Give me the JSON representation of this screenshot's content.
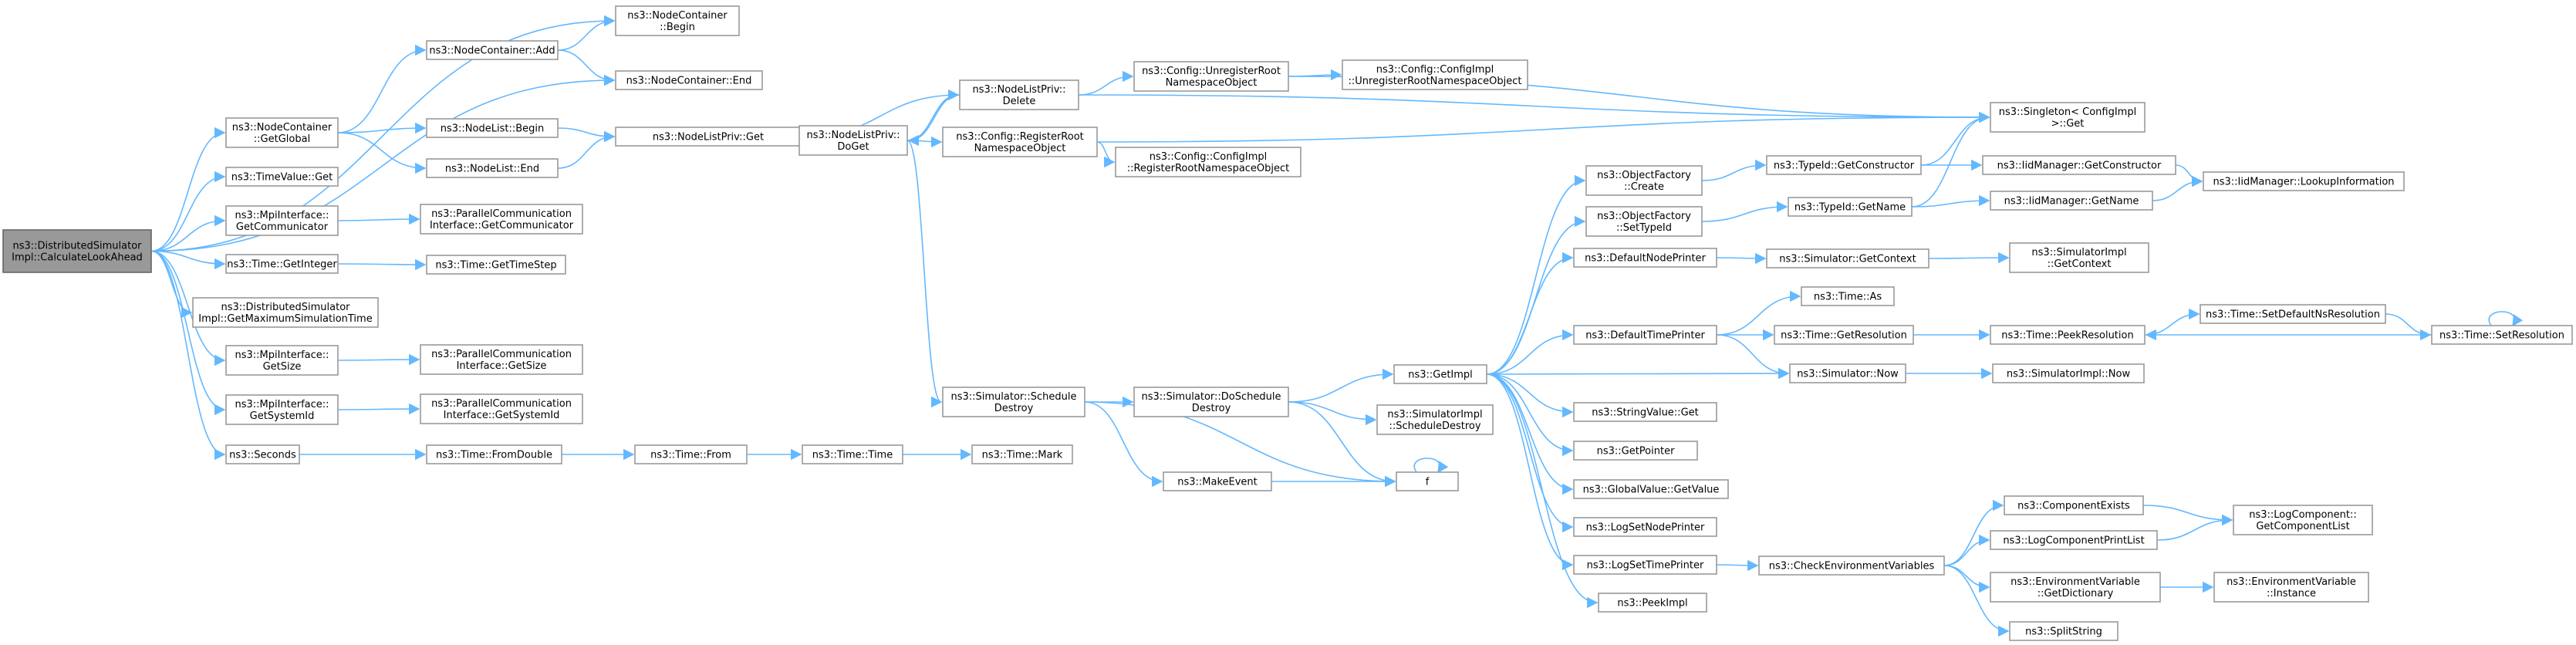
{
  "graph": {
    "nodes": [
      {
        "id": "n0",
        "lines": [
          "ns3::DistributedSimulator",
          "Impl::CalculateLookAhead"
        ],
        "root": true
      },
      {
        "id": "n1",
        "lines": [
          "ns3::NodeContainer",
          "::GetGlobal"
        ]
      },
      {
        "id": "n2",
        "lines": [
          "ns3::TimeValue::Get"
        ]
      },
      {
        "id": "n3",
        "lines": [
          "ns3::MpiInterface::",
          "GetCommunicator"
        ]
      },
      {
        "id": "n4",
        "lines": [
          "ns3::Time::GetInteger"
        ]
      },
      {
        "id": "n5",
        "lines": [
          "ns3::DistributedSimulator",
          "Impl::GetMaximumSimulationTime"
        ]
      },
      {
        "id": "n6",
        "lines": [
          "ns3::MpiInterface::",
          "GetSize"
        ]
      },
      {
        "id": "n7",
        "lines": [
          "ns3::MpiInterface::",
          "GetSystemId"
        ]
      },
      {
        "id": "n8",
        "lines": [
          "ns3::Seconds"
        ]
      },
      {
        "id": "n9",
        "lines": [
          "ns3::NodeContainer::Add"
        ]
      },
      {
        "id": "n10",
        "lines": [
          "ns3::NodeList::Begin"
        ]
      },
      {
        "id": "n11",
        "lines": [
          "ns3::NodeList::End"
        ]
      },
      {
        "id": "n12",
        "lines": [
          "ns3::ParallelCommunication",
          "Interface::GetCommunicator"
        ]
      },
      {
        "id": "n13",
        "lines": [
          "ns3::Time::GetTimeStep"
        ]
      },
      {
        "id": "n14",
        "lines": [
          "ns3::ParallelCommunication",
          "Interface::GetSize"
        ]
      },
      {
        "id": "n15",
        "lines": [
          "ns3::ParallelCommunication",
          "Interface::GetSystemId"
        ]
      },
      {
        "id": "n16",
        "lines": [
          "ns3::Time::FromDouble"
        ]
      },
      {
        "id": "n17",
        "lines": [
          "ns3::NodeContainer",
          "::Begin"
        ]
      },
      {
        "id": "n18",
        "lines": [
          "ns3::NodeContainer::End"
        ]
      },
      {
        "id": "n19",
        "lines": [
          "ns3::NodeListPriv::Get"
        ]
      },
      {
        "id": "n20",
        "lines": [
          "ns3::Time::From"
        ]
      },
      {
        "id": "n21",
        "lines": [
          "ns3::NodeListPriv::",
          "DoGet"
        ]
      },
      {
        "id": "n22",
        "lines": [
          "ns3::Time::Time"
        ]
      },
      {
        "id": "n23",
        "lines": [
          "ns3::NodeListPriv::",
          "Delete"
        ]
      },
      {
        "id": "n24",
        "lines": [
          "ns3::Config::RegisterRoot",
          "NamespaceObject"
        ]
      },
      {
        "id": "n25",
        "lines": [
          "ns3::Simulator::Schedule",
          "Destroy"
        ]
      },
      {
        "id": "n26",
        "lines": [
          "ns3::Time::Mark"
        ]
      },
      {
        "id": "n27",
        "lines": [
          "ns3::Config::UnregisterRoot",
          "NamespaceObject"
        ]
      },
      {
        "id": "n28",
        "lines": [
          "ns3::Config::ConfigImpl",
          "::RegisterRootNamespaceObject"
        ]
      },
      {
        "id": "n29",
        "lines": [
          "ns3::Simulator::DoSchedule",
          "Destroy"
        ]
      },
      {
        "id": "n30",
        "lines": [
          "ns3::MakeEvent"
        ]
      },
      {
        "id": "n31",
        "lines": [
          "ns3::Config::ConfigImpl",
          "::UnregisterRootNamespaceObject"
        ]
      },
      {
        "id": "n32",
        "lines": [
          "ns3::GetImpl"
        ]
      },
      {
        "id": "n33",
        "lines": [
          "ns3::SimulatorImpl",
          "::ScheduleDestroy"
        ]
      },
      {
        "id": "n34",
        "lines": [
          "f"
        ]
      },
      {
        "id": "n35",
        "lines": [
          "ns3::ObjectFactory",
          "::Create"
        ]
      },
      {
        "id": "n36",
        "lines": [
          "ns3::ObjectFactory",
          "::SetTypeId"
        ]
      },
      {
        "id": "n37",
        "lines": [
          "ns3::DefaultNodePrinter"
        ]
      },
      {
        "id": "n38",
        "lines": [
          "ns3::DefaultTimePrinter"
        ]
      },
      {
        "id": "n39",
        "lines": [
          "ns3::StringValue::Get"
        ]
      },
      {
        "id": "n40",
        "lines": [
          "ns3::GetPointer"
        ]
      },
      {
        "id": "n41",
        "lines": [
          "ns3::GlobalValue::GetValue"
        ]
      },
      {
        "id": "n42",
        "lines": [
          "ns3::LogSetNodePrinter"
        ]
      },
      {
        "id": "n43",
        "lines": [
          "ns3::LogSetTimePrinter"
        ]
      },
      {
        "id": "n44",
        "lines": [
          "ns3::PeekImpl"
        ]
      },
      {
        "id": "n45",
        "lines": [
          "ns3::TypeId::GetConstructor"
        ]
      },
      {
        "id": "n46",
        "lines": [
          "ns3::TypeId::GetName"
        ]
      },
      {
        "id": "n47",
        "lines": [
          "ns3::Simulator::GetContext"
        ]
      },
      {
        "id": "n48",
        "lines": [
          "ns3::Time::As"
        ]
      },
      {
        "id": "n49",
        "lines": [
          "ns3::Time::GetResolution"
        ]
      },
      {
        "id": "n50",
        "lines": [
          "ns3::Simulator::Now"
        ]
      },
      {
        "id": "n51",
        "lines": [
          "ns3::CheckEnvironmentVariables"
        ]
      },
      {
        "id": "n52",
        "lines": [
          "ns3::Singleton< ConfigImpl",
          " >::Get"
        ]
      },
      {
        "id": "n53",
        "lines": [
          "ns3::IidManager::GetConstructor"
        ]
      },
      {
        "id": "n54",
        "lines": [
          "ns3::IidManager::GetName"
        ]
      },
      {
        "id": "n55",
        "lines": [
          "ns3::SimulatorImpl",
          "::GetContext"
        ]
      },
      {
        "id": "n56",
        "lines": [
          "ns3::Time::PeekResolution"
        ]
      },
      {
        "id": "n57",
        "lines": [
          "ns3::SimulatorImpl::Now"
        ]
      },
      {
        "id": "n58",
        "lines": [
          "ns3::ComponentExists"
        ]
      },
      {
        "id": "n59",
        "lines": [
          "ns3::LogComponentPrintList"
        ]
      },
      {
        "id": "n60",
        "lines": [
          "ns3::EnvironmentVariable",
          "::GetDictionary"
        ]
      },
      {
        "id": "n61",
        "lines": [
          "ns3::SplitString"
        ]
      },
      {
        "id": "n62",
        "lines": [
          "ns3::IidManager::LookupInformation"
        ]
      },
      {
        "id": "n63",
        "lines": [
          "ns3::Time::SetDefaultNsResolution"
        ]
      },
      {
        "id": "n64",
        "lines": [
          "ns3::LogComponent::",
          "GetComponentList"
        ]
      },
      {
        "id": "n65",
        "lines": [
          "ns3::EnvironmentVariable",
          "::Instance"
        ]
      },
      {
        "id": "n66",
        "lines": [
          "ns3::Time::SetResolution"
        ]
      }
    ],
    "edges": [
      [
        "n0",
        "n1"
      ],
      [
        "n0",
        "n2"
      ],
      [
        "n0",
        "n3"
      ],
      [
        "n0",
        "n4"
      ],
      [
        "n0",
        "n5"
      ],
      [
        "n0",
        "n6"
      ],
      [
        "n0",
        "n7"
      ],
      [
        "n0",
        "n8"
      ],
      [
        "n0",
        "n17"
      ],
      [
        "n0",
        "n18"
      ],
      [
        "n1",
        "n9"
      ],
      [
        "n1",
        "n10"
      ],
      [
        "n1",
        "n11"
      ],
      [
        "n9",
        "n17"
      ],
      [
        "n9",
        "n18"
      ],
      [
        "n10",
        "n19"
      ],
      [
        "n11",
        "n19"
      ],
      [
        "n3",
        "n12"
      ],
      [
        "n4",
        "n13"
      ],
      [
        "n6",
        "n14"
      ],
      [
        "n7",
        "n15"
      ],
      [
        "n8",
        "n16"
      ],
      [
        "n16",
        "n20"
      ],
      [
        "n20",
        "n22"
      ],
      [
        "n22",
        "n26"
      ],
      [
        "n19",
        "n21"
      ],
      [
        "n21",
        "n23"
      ],
      [
        "n23",
        "n21"
      ],
      [
        "n23",
        "n19"
      ],
      [
        "n21",
        "n24"
      ],
      [
        "n21",
        "n25"
      ],
      [
        "n23",
        "n27"
      ],
      [
        "n23",
        "n52"
      ],
      [
        "n24",
        "n28"
      ],
      [
        "n24",
        "n52"
      ],
      [
        "n27",
        "n31"
      ],
      [
        "n27",
        "n52"
      ],
      [
        "n25",
        "n29"
      ],
      [
        "n25",
        "n30"
      ],
      [
        "n25",
        "n34"
      ],
      [
        "n29",
        "n32"
      ],
      [
        "n29",
        "n33"
      ],
      [
        "n29",
        "n34"
      ],
      [
        "n30",
        "n34"
      ],
      [
        "n34",
        "n34"
      ],
      [
        "n32",
        "n35"
      ],
      [
        "n32",
        "n36"
      ],
      [
        "n32",
        "n37"
      ],
      [
        "n32",
        "n38"
      ],
      [
        "n32",
        "n39"
      ],
      [
        "n32",
        "n40"
      ],
      [
        "n32",
        "n41"
      ],
      [
        "n32",
        "n42"
      ],
      [
        "n32",
        "n43"
      ],
      [
        "n32",
        "n44"
      ],
      [
        "n32",
        "n50"
      ],
      [
        "n35",
        "n45"
      ],
      [
        "n36",
        "n46"
      ],
      [
        "n37",
        "n47"
      ],
      [
        "n38",
        "n48"
      ],
      [
        "n38",
        "n49"
      ],
      [
        "n38",
        "n50"
      ],
      [
        "n43",
        "n51"
      ],
      [
        "n45",
        "n52"
      ],
      [
        "n45",
        "n53"
      ],
      [
        "n46",
        "n52"
      ],
      [
        "n46",
        "n54"
      ],
      [
        "n47",
        "n55"
      ],
      [
        "n49",
        "n56"
      ],
      [
        "n50",
        "n57"
      ],
      [
        "n51",
        "n58"
      ],
      [
        "n51",
        "n59"
      ],
      [
        "n51",
        "n60"
      ],
      [
        "n51",
        "n61"
      ],
      [
        "n53",
        "n62"
      ],
      [
        "n54",
        "n62"
      ],
      [
        "n56",
        "n63"
      ],
      [
        "n66",
        "n56"
      ],
      [
        "n63",
        "n66"
      ],
      [
        "n66",
        "n66"
      ],
      [
        "n58",
        "n64"
      ],
      [
        "n59",
        "n64"
      ],
      [
        "n60",
        "n65"
      ]
    ]
  }
}
